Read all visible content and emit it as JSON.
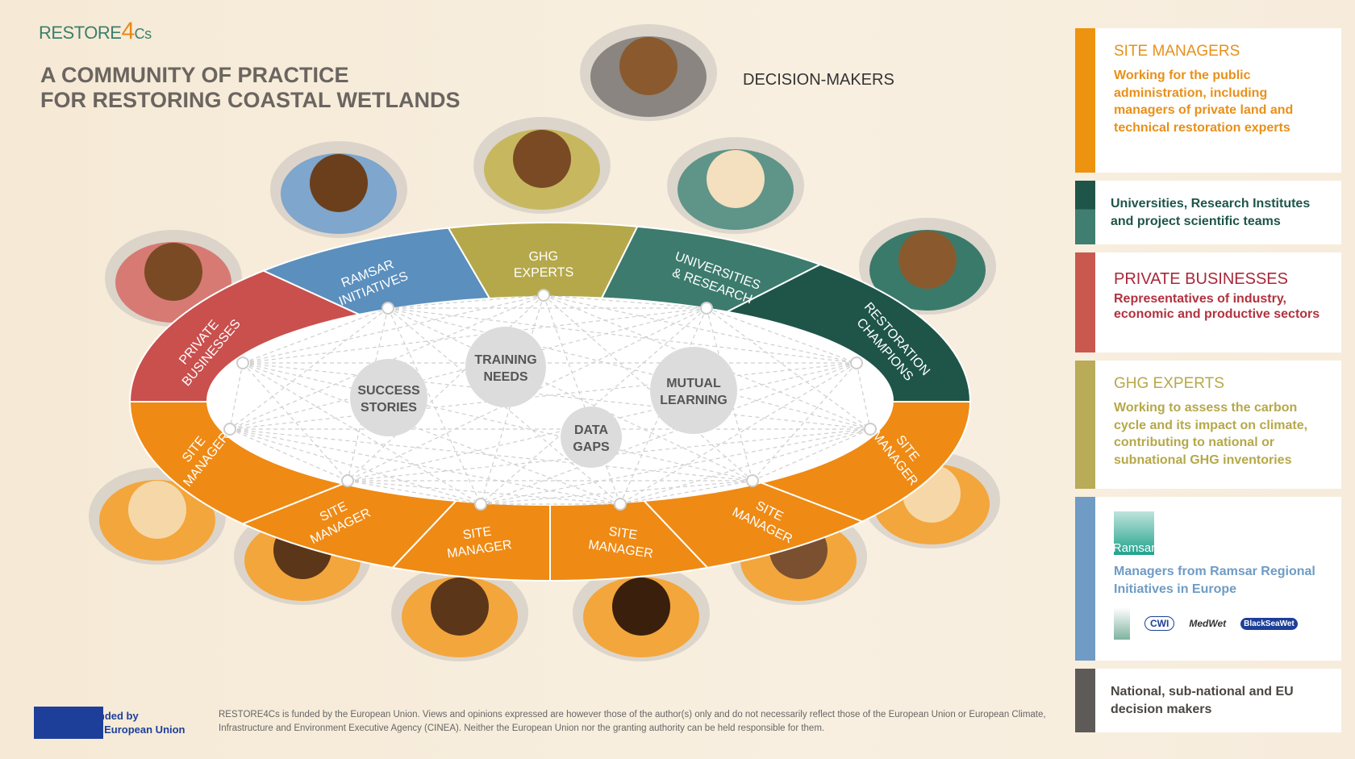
{
  "header": {
    "logo_main": "RESTORE",
    "logo_4": "4",
    "logo_cs": "Cs",
    "title_line1": "A COMMUNITY OF PRACTICE",
    "title_line2": "FOR RESTORING COASTAL WETLANDS"
  },
  "decision_makers_label": "DECISION-MAKERS",
  "table": {
    "segments": [
      {
        "label1": "PRIVATE",
        "label2": "BUSINESSES",
        "color": "#c9504d"
      },
      {
        "label1": "RAMSAR",
        "label2": "INITIATIVES",
        "color": "#5b8fbd"
      },
      {
        "label1": "GHG",
        "label2": "EXPERTS",
        "color": "#b5a84a"
      },
      {
        "label1": "UNIVERSITIES",
        "label2": "& RESEARCH",
        "color": "#3c7b6d"
      },
      {
        "label1": "RESTORATION",
        "label2": "CHAMPIONS",
        "color": "#1e5548"
      },
      {
        "label1": "SITE",
        "label2": "MANAGER",
        "color": "#ef8a14"
      },
      {
        "label1": "SITE",
        "label2": "MANAGER",
        "color": "#ef8a14"
      },
      {
        "label1": "SITE",
        "label2": "MANAGER",
        "color": "#ef8a14"
      },
      {
        "label1": "SITE",
        "label2": "MANAGER",
        "color": "#ef8a14"
      },
      {
        "label1": "SITE",
        "label2": "MANAGER",
        "color": "#ef8a14"
      },
      {
        "label1": "SITE",
        "label2": "MANAGER",
        "color": "#ef8a14"
      }
    ],
    "topics": [
      {
        "line1": "SUCCESS",
        "line2": "STORIES"
      },
      {
        "line1": "TRAINING",
        "line2": "NEEDS"
      },
      {
        "line1": "MUTUAL",
        "line2": "LEARNING"
      },
      {
        "line1": "DATA",
        "line2": "GAPS"
      }
    ]
  },
  "legend": [
    {
      "heading": "SITE MANAGERS",
      "text": "Working for the public administration, including managers of private land and technical restoration experts",
      "color": "#e8901a"
    },
    {
      "text": "Universities, Research Institutes and project scientific teams",
      "color": "#1e5548"
    },
    {
      "heading": "PRIVATE BUSINESSES",
      "text": "Representatives of industry, economic and productive sectors",
      "color": "#a8283a"
    },
    {
      "heading": "GHG EXPERTS",
      "text": "Working to assess the carbon cycle and its impact on climate, contributing to national or subnational GHG inventories",
      "color": "#b5a84a"
    },
    {
      "logo": "Ramsar",
      "text": "Managers from Ramsar Regional Initiatives in Europe",
      "partners": [
        "CWI",
        "MedWet",
        "BlackSeaWet"
      ],
      "color": "#6f9bc4"
    },
    {
      "text": "National, sub-national and EU decision makers",
      "color": "#5e5a57"
    }
  ],
  "footer": {
    "funded_line1": "Funded by",
    "funded_line2": "the European Union",
    "disclaimer": "RESTORE4Cs is funded by the European Union. Views and opinions expressed are however those of the author(s) only and do not necessarily reflect those of the European Union or European Climate, Infrastructure and Environment Executive Agency (CINEA). Neither the European Union nor the granting authority can be held responsible for them."
  }
}
